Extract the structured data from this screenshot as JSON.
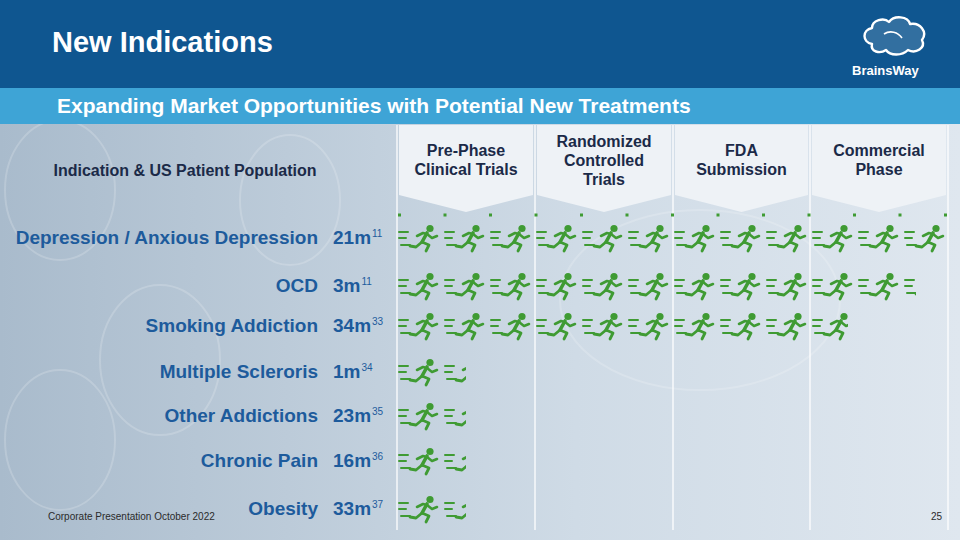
{
  "diagram": {
    "title": "New Indications",
    "nodes": [
      {
        "text": [
          "Expanding Market Opportunities with Potential New Treatments"
        ]
      },
      {
        "text": [
          "Pre-Phase Clinical Trials"
        ]
      },
      {
        "text": [
          "Randomized Controlled Trials"
        ]
      },
      {
        "text": [
          "FDA Submission"
        ]
      },
      {
        "text": [
          "Commercial Phase"
        ]
      }
    ],
    "labels": [
      "BrainsWay",
      "Indication & US Patient Population",
      "Depression / Anxious Depression",
      "21m",
      "11",
      "OCD",
      "3m",
      "11",
      "Smoking Addiction",
      "34m",
      "33",
      "Multiple Scleroris",
      "1m",
      "34",
      "Other Addictions",
      "23m",
      "35",
      "Chronic Pain",
      "16m",
      "36",
      "Obesity",
      "33m",
      "37",
      "Corporate Presentation October 2022",
      "25"
    ]
  }
}
